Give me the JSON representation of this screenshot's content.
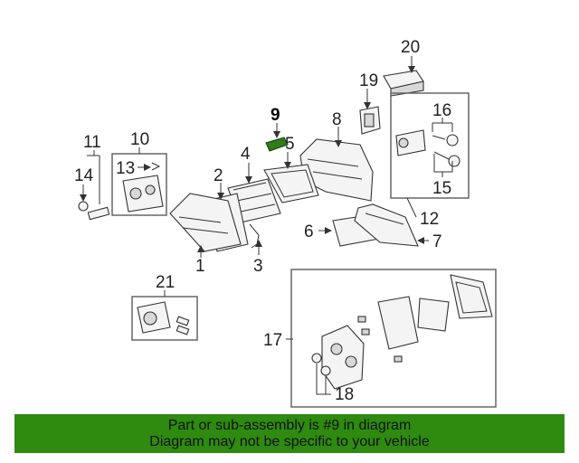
{
  "callouts": {
    "c1": "1",
    "c2": "2",
    "c3": "3",
    "c4": "4",
    "c5": "5",
    "c6": "6",
    "c7": "7",
    "c8": "8",
    "c9": "9",
    "c10": "10",
    "c11": "11",
    "c12": "12",
    "c13": "13",
    "c14": "14",
    "c15": "15",
    "c16": "16",
    "c17": "17",
    "c18": "18",
    "c19": "19",
    "c20": "20",
    "c21": "21"
  },
  "highlighted_part": "9",
  "colors": {
    "highlight_part": "#2e7d1a",
    "banner_background": "#2f8a10"
  },
  "banner": {
    "line1": "Part or sub-assembly is #9 in diagram",
    "line2": "Diagram may not be specific to your vehicle"
  }
}
